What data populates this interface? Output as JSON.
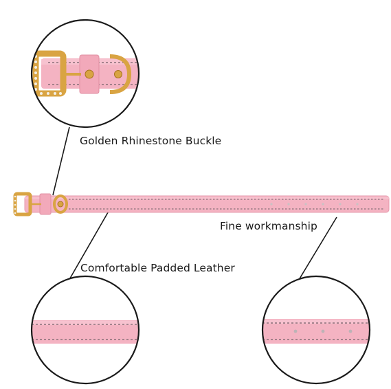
{
  "captions": {
    "buckle": "Golden Rhinestone Buckle",
    "workmanship": "Fine workmanship",
    "leather": "Comfortable Padded Leather"
  },
  "colors": {
    "leather": "#f4b3c2",
    "leather_edge": "#e69aac",
    "stitch": "#8a7078",
    "gold": "#d9a443",
    "gold_dark": "#a8741e",
    "rhinestone": "#f3f0e6",
    "outline": "#1a1a1a"
  }
}
